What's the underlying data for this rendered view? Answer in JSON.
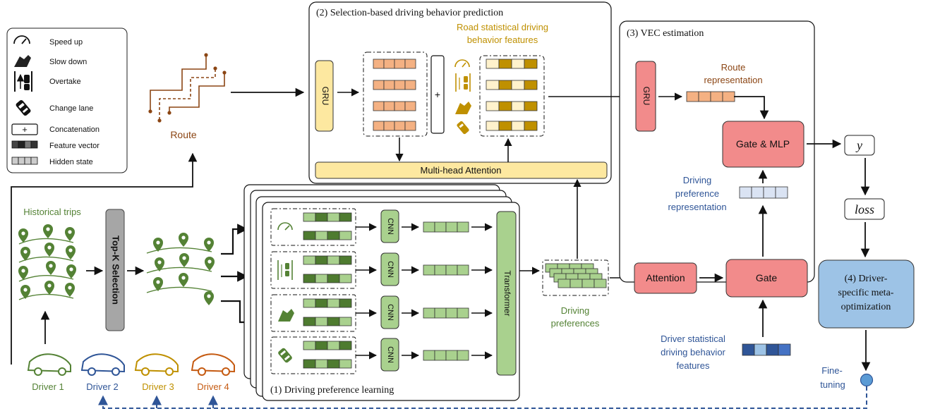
{
  "legend": {
    "speed_up": "Speed up",
    "slow_down": "Slow down",
    "overtake": "Overtake",
    "change_lane": "Change lane",
    "concatenation": "Concatenation",
    "feature_vector": "Feature vector",
    "hidden_state": "Hidden state"
  },
  "route_label": "Route",
  "historical_trips": "Historical trips",
  "topk": "Top-K Selection",
  "drivers": [
    "Driver 1",
    "Driver 2",
    "Driver 3",
    "Driver 4"
  ],
  "section2": {
    "title": "(2) Selection-based driving behavior prediction",
    "road_features_line1": "Road statistical driving",
    "road_features_line2": "behavior features",
    "gru": "GRU",
    "plus": "+",
    "mha": "Multi-head Attention"
  },
  "section1": {
    "title": "(1) Driving preference learning",
    "cnn": "CNN",
    "transformer": "Transformer"
  },
  "driving_preferences_line1": "Driving",
  "driving_preferences_line2": "preferences",
  "section3": {
    "title": "(3) VEC estimation",
    "gru": "GRU",
    "route_rep_line1": "Route",
    "route_rep_line2": "representation",
    "gate_mlp": "Gate & MLP",
    "pref_rep_line1": "Driving",
    "pref_rep_line2": "preference",
    "pref_rep_line3": "representation",
    "attention": "Attention",
    "gate": "Gate"
  },
  "driver_stat_line1": "Driver statistical",
  "driver_stat_line2": "driving behavior",
  "driver_stat_line3": "features",
  "y_label": "y",
  "loss_label": "loss",
  "section4_line1": "(4) Driver-",
  "section4_line2": "specific meta-",
  "section4_line3": "optimization",
  "finetune_line1": "Fine-",
  "finetune_line2": "tuning",
  "colors": {
    "pink": "#f28b8b",
    "yellow": "#fde8a0",
    "green": "#a9d18e",
    "dark_green": "#4e7b2f",
    "orange": "#f4b183",
    "gold": "#bf9000",
    "blue_box": "#9dc3e6",
    "blue_text": "#2f5597",
    "brown": "#8b4513"
  }
}
